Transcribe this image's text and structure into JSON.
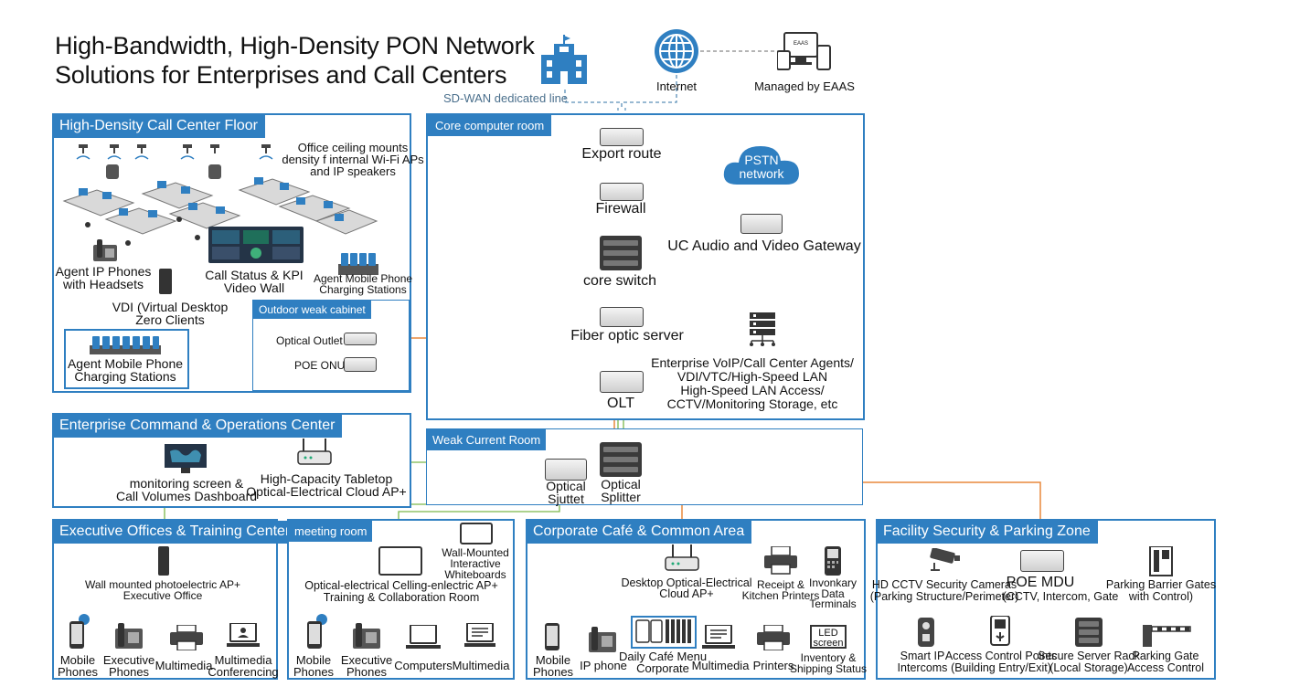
{
  "title_line1": "High-Bandwidth, High-Density PON Network",
  "title_line2": "Solutions for Enterprises and Call Centers",
  "top": {
    "sdwan": "SD-WAN dedicated line",
    "internet": "Internet",
    "eaas_label": "Managed by EAAS",
    "eaas_badge": "EAAS"
  },
  "call_center": {
    "title": "High-Density Call Center Floor",
    "ceiling": [
      "Office ceiling mounts",
      "density f internal Wi-Fi APs",
      "and IP speakers"
    ],
    "phones": [
      "Agent IP Phones",
      "with Headsets"
    ],
    "video_wall": [
      "Call Status & KPI",
      "Video Wall"
    ],
    "charging_top": [
      "Agent Mobile Phone",
      "Charging Stations"
    ],
    "vdi": [
      "VDI (Virtual Desktop",
      "Zero Clients"
    ],
    "charging_bottom": [
      "Agent Mobile Phone",
      "Charging Stations"
    ],
    "outdoor_title": "Outdoor weak cabinet",
    "optical_outlet": "Optical Outlet",
    "poe_onu": "POE ONU"
  },
  "core": {
    "title": "Core computer room",
    "export": "Export route",
    "firewall": "Firewall",
    "core_switch": "core switch",
    "fiber": "Fiber optic server",
    "olt": "OLT",
    "pstn": [
      "PSTN",
      "network"
    ],
    "uc": "UC Audio and Video Gateway",
    "enterprise": [
      "Enterprise VoIP/Call Center Agents/",
      "VDI/VTC/High-Speed LAN",
      "High-Speed LAN Access/",
      "CCTV/Monitoring Storage, etc"
    ]
  },
  "command": {
    "title": "Enterprise Command & Operations Center",
    "monitor": [
      "monitoring screen &",
      "Call Volumes Dashboard"
    ],
    "tabletop": [
      "High-Capacity Tabletop",
      "Optical-Electrical Cloud AP+"
    ]
  },
  "weak": {
    "title": "Weak Current Room",
    "outlet": [
      "Optical",
      "Sjuttet"
    ],
    "splitter": [
      "Optical",
      "Splitter"
    ]
  },
  "exec": {
    "title": "Executive Offices & Training Center",
    "ap": [
      "Wall mounted photoelectric AP+",
      "Executive Office"
    ],
    "items": [
      [
        "Mobile",
        "Phones"
      ],
      [
        "Executive",
        "Phones"
      ],
      [
        "Multimedia"
      ],
      [
        "Multimedia",
        "Conferencing"
      ]
    ]
  },
  "meeting": {
    "title": "meeting room",
    "whiteboard": [
      "Wall-Mounted",
      "Interactive",
      "Whiteboards"
    ],
    "ap": [
      "Optical-electrical Celling-enlectric AP+",
      "Training & Collaboration Room"
    ],
    "items": [
      [
        "Mobile",
        "Phones"
      ],
      [
        "Executive",
        "Phones"
      ],
      [
        "Computers"
      ],
      [
        "Multimedia"
      ]
    ]
  },
  "cafe": {
    "title": "Corporate Café & Common Area",
    "ap": [
      "Desktop Optical-Electrical",
      "Cloud AP+"
    ],
    "receipt": [
      "Receipt &",
      "Kitchen Printers"
    ],
    "inventory_data": [
      "Invonkary",
      "Data",
      "Terminals"
    ],
    "items": [
      [
        "Mobile",
        "Phones"
      ],
      [
        "IP phone"
      ],
      [
        "Daily Café Menu",
        "Corporate"
      ],
      [
        "Multimedia"
      ],
      [
        "Printers"
      ],
      [
        "Inventory &",
        "Shipping Status"
      ]
    ],
    "led": [
      "LED",
      "screen"
    ]
  },
  "security": {
    "title": "Facility Security & Parking Zone",
    "cctv": [
      "HD CCTV Security Cameras",
      "(Parking Structure/Perimeter)"
    ],
    "mdu": "POE MDU",
    "mdu_sub": "(CCTV, Intercom, Gate",
    "barrier": [
      "Parking Barrier Gates",
      "with Control)"
    ],
    "items": [
      [
        "Smart IP",
        "Intercoms"
      ],
      [
        "Access Control Points",
        "(Building Entry/Exit)"
      ],
      [
        "Secure Server Rack",
        "(Local Storage)"
      ],
      [
        "Parking Gate",
        "Access Control"
      ]
    ]
  },
  "colors": {
    "panel": "#2f7fc1",
    "fiber_orange": "#e8893c",
    "link_green": "#7bb84a",
    "link_blue": "#2f7fc1"
  }
}
